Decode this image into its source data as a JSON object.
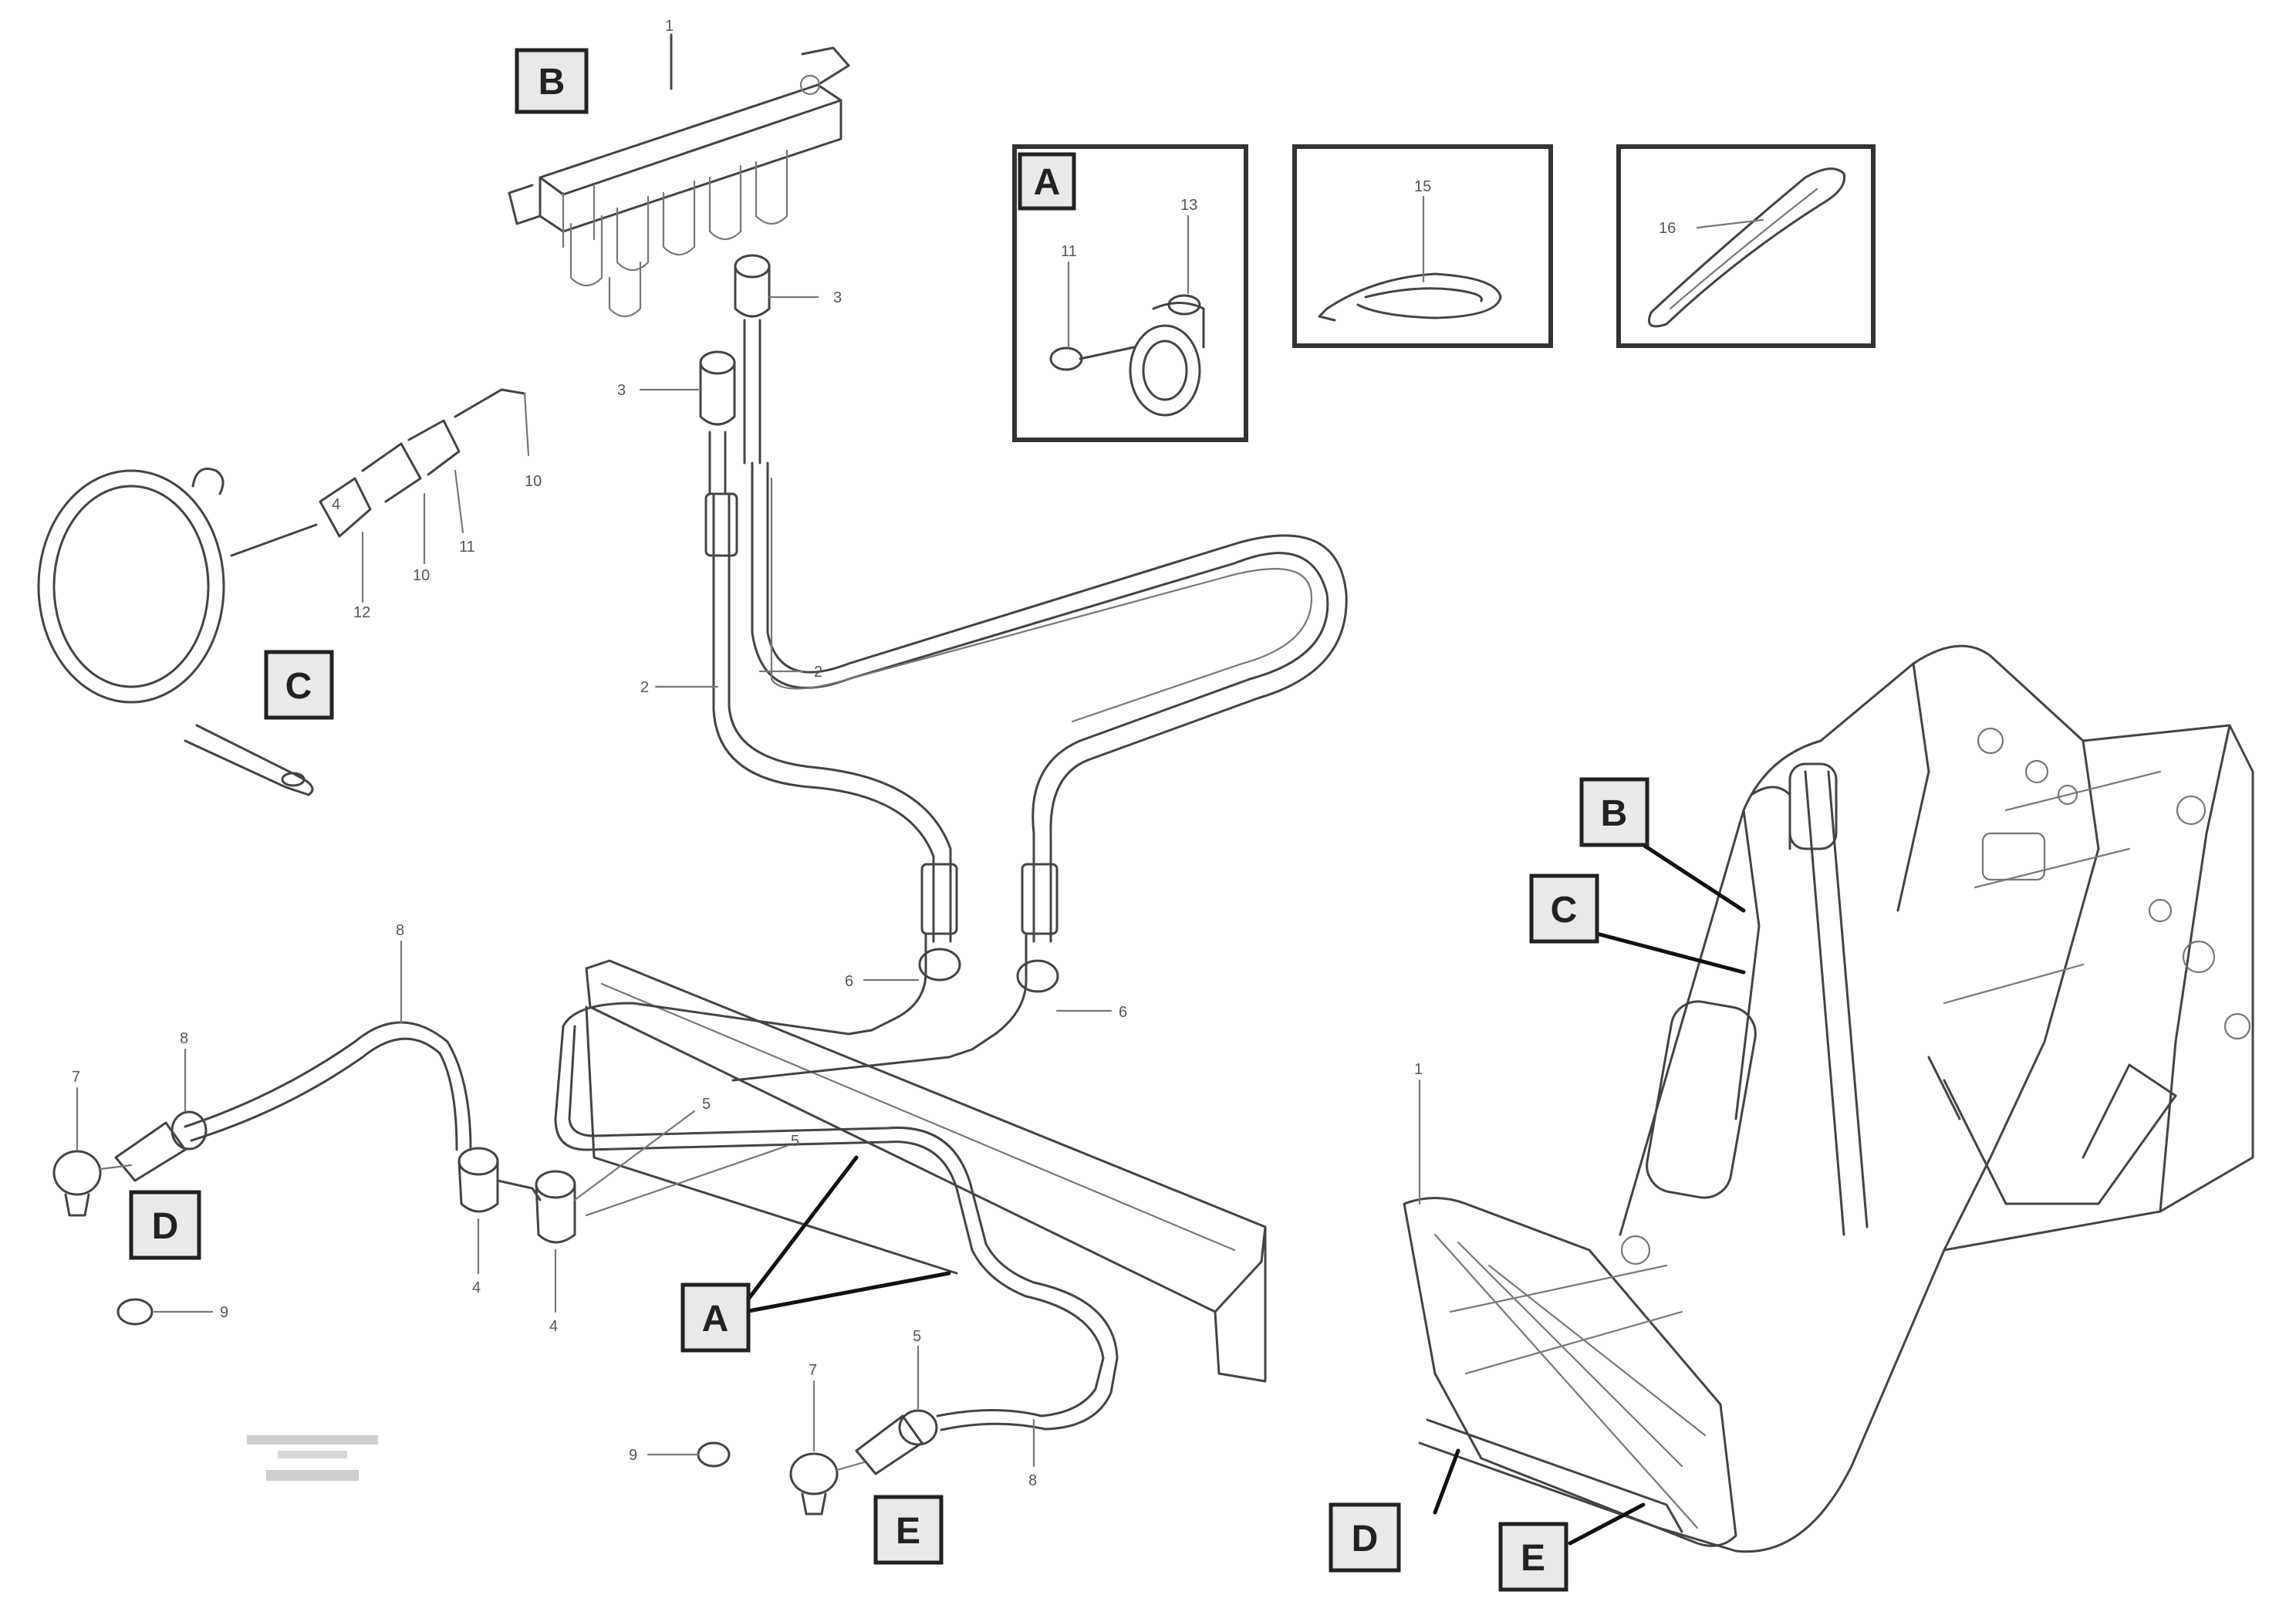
{
  "callouts": {
    "A_detail": "A",
    "A_main": "A",
    "B_top": "B",
    "B_machine": "B",
    "C_ring": "C",
    "C_machine": "C",
    "D_left": "D",
    "D_machine": "D",
    "E_bottom": "E",
    "E_machine": "E"
  },
  "part_numbers": {
    "p_top_manifold": "1",
    "p_fitting_upper_right": "3",
    "p_fitting_upper_left": "3",
    "p_hose_left": "2",
    "p_hose_right": "2",
    "p_ring_4": "4",
    "p_ring_12": "12",
    "p_ring_10": "10",
    "p_ring_11": "11",
    "p_ring_10b": "10",
    "p_elbow_left": "6",
    "p_elbow_right": "6",
    "p_hose_d": "8",
    "p_nipple_d": "8",
    "p_cap_d": "7",
    "p_ring_d": "9",
    "p_elbow_a1": "5",
    "p_elbow_a2": "5",
    "p_fit_a1": "4",
    "p_fit_a2": "4",
    "p_e_5": "5",
    "p_e_7": "7",
    "p_e_8": "8",
    "p_e_9": "9",
    "p_machine_1": "1",
    "p_box_a_13": "13",
    "p_box_a_11": "11",
    "p_box_2": "15",
    "p_box_3": "16"
  },
  "drawing_ref": {
    "line1": "",
    "line2": ""
  }
}
